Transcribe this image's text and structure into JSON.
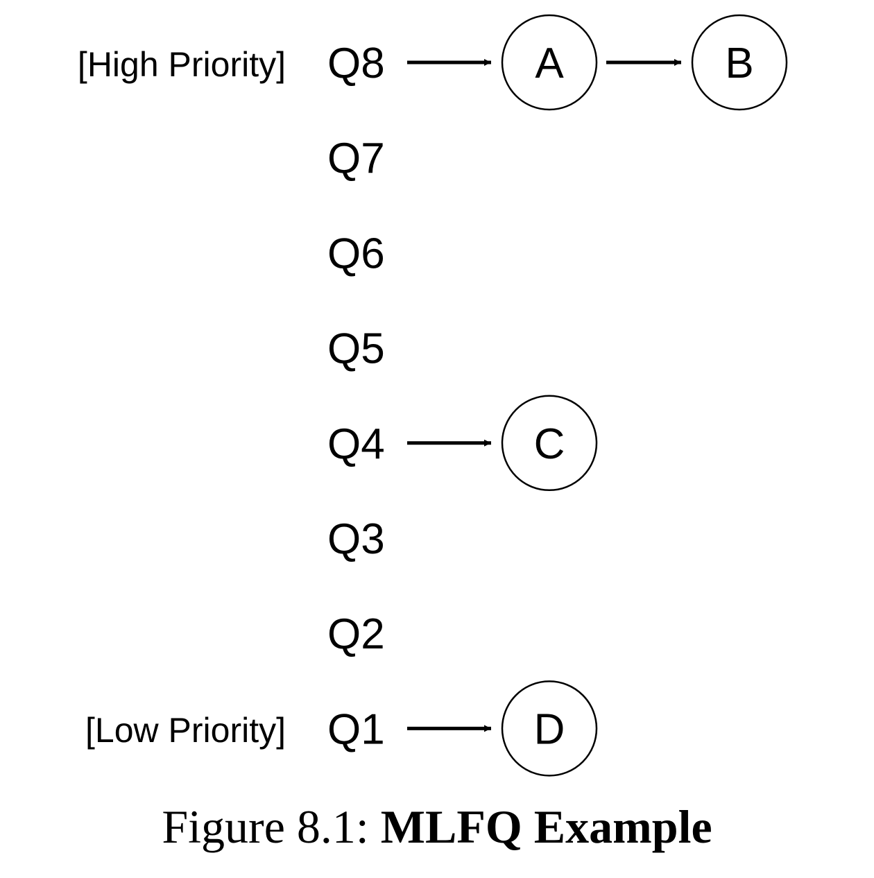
{
  "diagram": {
    "high_label": "[High Priority]",
    "low_label": "[Low Priority]",
    "queues": [
      {
        "label": "Q8",
        "jobs": [
          "A",
          "B"
        ]
      },
      {
        "label": "Q7",
        "jobs": []
      },
      {
        "label": "Q6",
        "jobs": []
      },
      {
        "label": "Q5",
        "jobs": []
      },
      {
        "label": "Q4",
        "jobs": [
          "C"
        ]
      },
      {
        "label": "Q3",
        "jobs": []
      },
      {
        "label": "Q2",
        "jobs": []
      },
      {
        "label": "Q1",
        "jobs": [
          "D"
        ]
      }
    ]
  },
  "caption": {
    "prefix": "Figure 8.1:",
    "title": "MLFQ Example"
  },
  "colors": {
    "ink": "#000000",
    "background": "#ffffff"
  }
}
